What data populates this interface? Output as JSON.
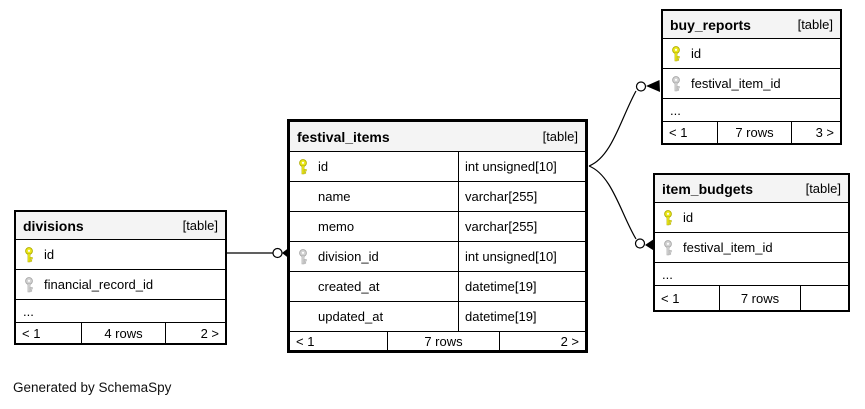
{
  "generator_note": "Generated by SchemaSpy",
  "colors": {
    "primary_key": "#ece81a",
    "primary_key_outline": "#b0ac00",
    "foreign_key": "#d2d2d2",
    "foreign_key_outline": "#a8a8a8",
    "header_bg": "#f4f4f4",
    "border": "#000000"
  },
  "tables": [
    {
      "name": "divisions",
      "badge": "[table]",
      "rows": [
        {
          "name": "id",
          "key": "primary"
        },
        {
          "name": "financial_record_id",
          "key": "foreign"
        },
        {
          "name": "...",
          "key": "none"
        }
      ],
      "pager": {
        "prev": "< 1",
        "count": "4 rows",
        "next": "2 >"
      }
    },
    {
      "name": "festival_items",
      "badge": "[table]",
      "rows": [
        {
          "name": "id",
          "key": "primary",
          "type": "int unsigned[10]"
        },
        {
          "name": "name",
          "key": "none",
          "type": "varchar[255]"
        },
        {
          "name": "memo",
          "key": "none",
          "type": "varchar[255]"
        },
        {
          "name": "division_id",
          "key": "foreign",
          "type": "int unsigned[10]"
        },
        {
          "name": "created_at",
          "key": "none",
          "type": "datetime[19]"
        },
        {
          "name": "updated_at",
          "key": "none",
          "type": "datetime[19]"
        }
      ],
      "pager": {
        "prev": "< 1",
        "count": "7 rows",
        "next": "2 >"
      }
    },
    {
      "name": "buy_reports",
      "badge": "[table]",
      "rows": [
        {
          "name": "id",
          "key": "primary"
        },
        {
          "name": "festival_item_id",
          "key": "foreign"
        },
        {
          "name": "...",
          "key": "none"
        }
      ],
      "pager": {
        "prev": "< 1",
        "count": "7 rows",
        "next": "3 >"
      }
    },
    {
      "name": "item_budgets",
      "badge": "[table]",
      "rows": [
        {
          "name": "id",
          "key": "primary"
        },
        {
          "name": "festival_item_id",
          "key": "foreign"
        },
        {
          "name": "...",
          "key": "none"
        }
      ],
      "pager": {
        "prev": "< 1",
        "count": "7 rows",
        "next": ""
      }
    }
  ],
  "relationships": [
    {
      "from": "divisions.id",
      "to": "festival_items.division_id"
    },
    {
      "from": "festival_items.id",
      "to": "buy_reports.festival_item_id"
    },
    {
      "from": "festival_items.id",
      "to": "item_budgets.festival_item_id"
    }
  ]
}
